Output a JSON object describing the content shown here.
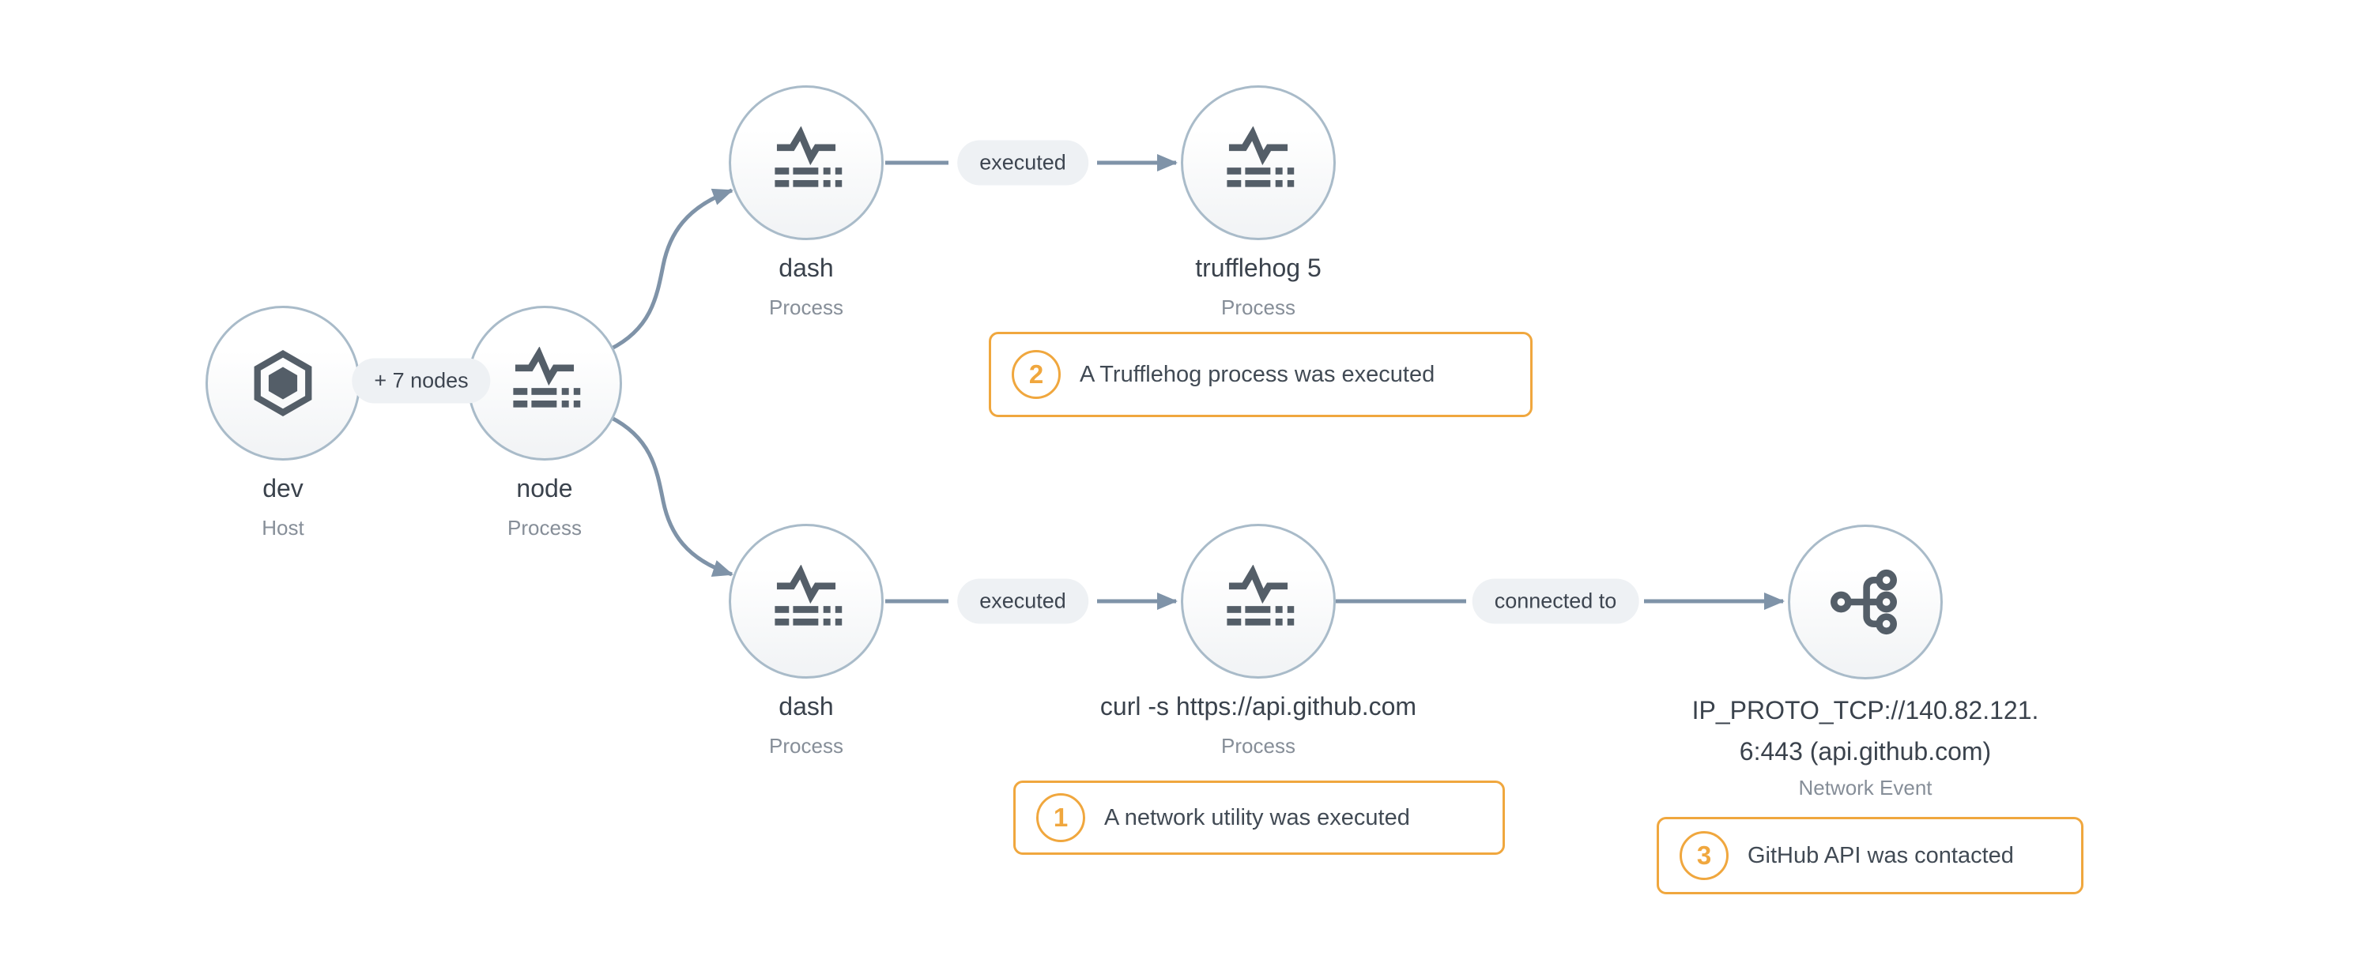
{
  "colors": {
    "canvas_bg": "#ffffff",
    "edge": "#7f93a8",
    "circle_border": "#a9bbc9",
    "icon": "#545e68",
    "pill_bg": "#eef1f4",
    "pill_text": "#3d4550",
    "title_text": "#3a424c",
    "type_text": "#868e98",
    "accent_orange": "#f0a73e",
    "annotation_text": "#414a54"
  },
  "nodes": {
    "dev": {
      "label": "dev",
      "type": "Host",
      "icon": "hexagon-host-icon"
    },
    "node": {
      "label": "node",
      "type": "Process",
      "icon": "process-pulse-icon"
    },
    "dash_top": {
      "label": "dash",
      "type": "Process",
      "icon": "process-pulse-icon"
    },
    "trufflehog": {
      "label": "trufflehog 5",
      "type": "Process",
      "icon": "process-pulse-icon"
    },
    "dash_bottom": {
      "label": "dash",
      "type": "Process",
      "icon": "process-pulse-icon"
    },
    "curl": {
      "label": "curl -s https://api.github.com",
      "type": "Process",
      "icon": "process-pulse-icon"
    },
    "network": {
      "label_lines": [
        "IP_PROTO_TCP://140.82.121.",
        "6:443 (api.github.com)"
      ],
      "type": "Network Event",
      "icon": "fork-network-icon"
    }
  },
  "edge_labels": {
    "dev_node": "+ 7 nodes",
    "dash_top_trufflehog": "executed",
    "dash_bottom_curl": "executed",
    "curl_network": "connected to"
  },
  "annotations": {
    "step1": {
      "number": "1",
      "text": "A network utility was executed"
    },
    "step2": {
      "number": "2",
      "text": "A Trufflehog process was executed"
    },
    "step3": {
      "number": "3",
      "text": "GitHub API was contacted"
    }
  }
}
